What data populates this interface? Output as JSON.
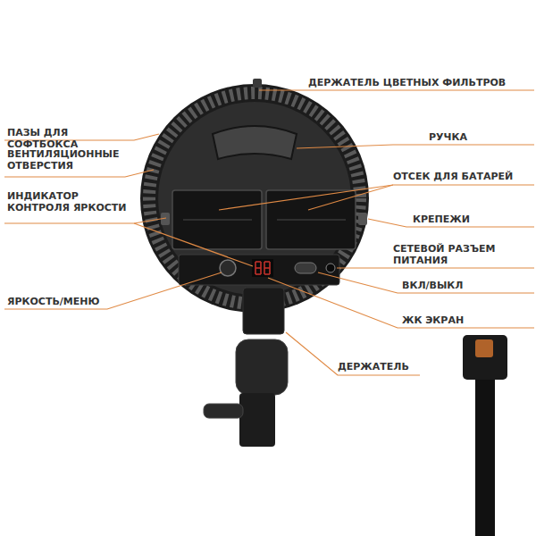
{
  "diagram": {
    "labels": [
      "ДЕРЖАТЕЛЬ ЦВЕТНЫХ ФИЛЬТРОВ",
      "ПАЗЫ ДЛЯ СОФТБОКСА",
      "РУЧКА",
      "ВЕНТИЛЯЦИОННЫЕ ОТВЕРСТИЯ",
      "ОТСЕК ДЛЯ БАТАРЕЙ",
      "ИНДИКАТОР КОНТРОЛЯ ЯРКОСТИ",
      "КРЕПЕЖИ",
      "СЕТЕВОЙ РАЗЪЕМ ПИТАНИЯ",
      "ВКЛ/ВЫКЛ",
      "ЯРКОСТЬ/МЕНЮ",
      "ЖК ЭКРАН",
      "ДЕРЖАТЕЛЬ"
    ]
  }
}
